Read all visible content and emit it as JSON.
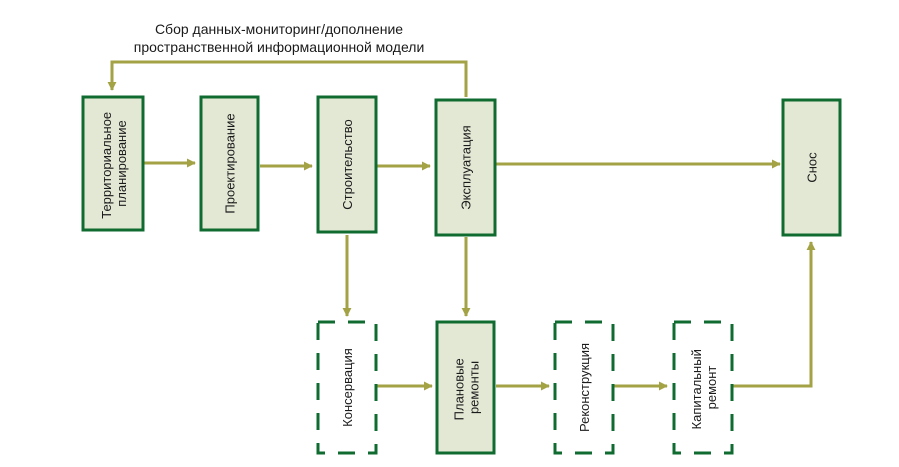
{
  "colors": {
    "box_border": "#0f6b2f",
    "box_fill": "#e3e8d5",
    "arrow": "#a3a244",
    "text": "#1a1a1a"
  },
  "feedback_label": {
    "line1": "Сбор данных-мониторинг/дополнение",
    "line2": "пространственной информационной модели"
  },
  "stages": {
    "territorial": {
      "line1": "Территориальное",
      "line2": "планирование"
    },
    "design": {
      "line1": "Проектирование"
    },
    "construction": {
      "line1": "Строительство"
    },
    "operation": {
      "line1": "Эксплуатация"
    },
    "demolition": {
      "line1": "Снос"
    },
    "conservation": {
      "line1": "Консервация"
    },
    "planned_repairs": {
      "line1": "Плановые",
      "line2": "ремонты"
    },
    "reconstruction": {
      "line1": "Реконструкция"
    },
    "capital_repair": {
      "line1": "Капитальный",
      "line2": "ремонт"
    }
  }
}
